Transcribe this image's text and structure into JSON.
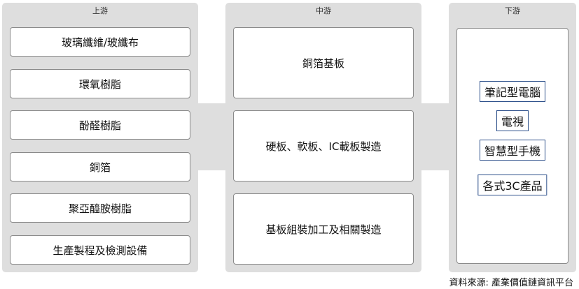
{
  "panels": {
    "upstream": {
      "title": "上游",
      "items": [
        "玻璃纖維/玻纖布",
        "環氧樹脂",
        "酚醛樹脂",
        "銅箔",
        "聚亞醯胺樹脂",
        "生產製程及檢測設備"
      ]
    },
    "midstream": {
      "title": "中游",
      "items": [
        "銅箔基板",
        "硬板、軟板、IC載板製造",
        "基板組裝加工及相關製造"
      ]
    },
    "downstream": {
      "title": "下游",
      "items": [
        "筆記型電腦",
        "電視",
        "智慧型手機",
        "各式3C產品"
      ]
    }
  },
  "source": "資料來源: 產業價值鏈資訊平台"
}
